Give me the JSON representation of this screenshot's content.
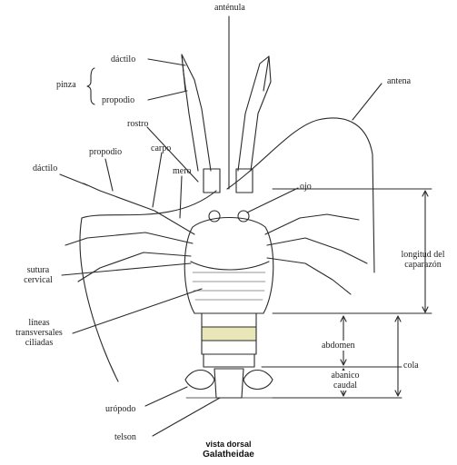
{
  "labels": {
    "antenula": "anténula",
    "antena": "antena",
    "dactilo_pinza": "dáctilo",
    "pinza": "pinza",
    "propodio_pinza": "propodio",
    "rostro": "rostro",
    "propodio": "propodio",
    "carpo": "carpo",
    "dactilo": "dáctilo",
    "mero": "mero",
    "ojo": "ojo",
    "longitud_line1": "longitud del",
    "longitud_line2": "caparazón",
    "sutura_line1": "sutura",
    "sutura_line2": "cervical",
    "lineas_line1": "líneas",
    "lineas_line2": "transversales",
    "lineas_line3": "ciliadas",
    "abdomen": "abdomen",
    "cola": "cola",
    "abanico_line1": "abanico",
    "abanico_line2": "caudal",
    "uropodo": "urópodo",
    "telson": "telson"
  },
  "caption": {
    "line1": "vista dorsal",
    "line2": "Galatheidae"
  },
  "colors": {
    "ink": "#2a2a2a",
    "abdomen_tint": "#e9e7b8"
  }
}
